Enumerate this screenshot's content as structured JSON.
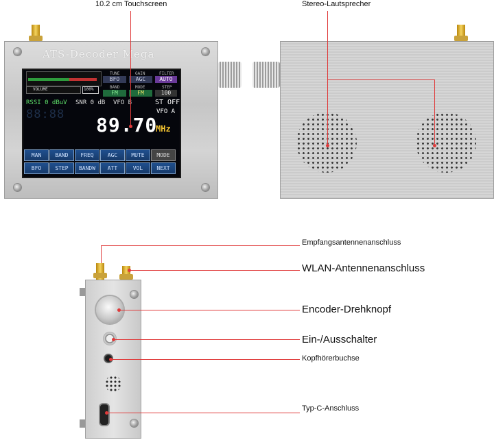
{
  "labels": {
    "touchscreen": "10.2 cm Touchscreen",
    "speakers": "Stereo-Lautsprecher",
    "antenna_port": "Empfangsantennenanschluss",
    "wifi_port": "WLAN-Antennenanschluss",
    "encoder": "Encoder-Drehknopf",
    "power": "Ein-/Ausschalter",
    "headphone": "Kopfhörerbuchse",
    "usb_c": "Typ-C-Anschluss"
  },
  "device": {
    "brand": "ATS-Decoder Mega"
  },
  "screen": {
    "tune_label": "TUNE",
    "tune_value": "BFO",
    "gain_label": "GAIN",
    "gain_value": "AGC",
    "filter_label": "FILTER",
    "filter_value": "AUTO",
    "band_label": "BAND",
    "band_value": "FM",
    "mode_label": "MODE",
    "mode_value": "FM",
    "step_label": "STEP",
    "step_value": "100",
    "volume_label": "VOLUME",
    "battery": "100%",
    "rssi": "RSSI 0 dBuV",
    "snr": "SNR 0 dB",
    "vfo_b": "VFO B",
    "st": "ST OFF",
    "vfo_a": "VFO A",
    "dial": "88:88",
    "frequency": "89.70",
    "unit": "MHz",
    "buttons_row1": [
      "MAN",
      "BAND",
      "FREQ",
      "AGC",
      "MUTE",
      "MODE"
    ],
    "buttons_row2": [
      "BFO",
      "STEP",
      "BANDW",
      "ATT",
      "VOL",
      "NEXT"
    ]
  },
  "colors": {
    "callout": "#e03a3a",
    "screen_button": "#1f4f8e",
    "antenna_gold": "#d4a52a"
  }
}
